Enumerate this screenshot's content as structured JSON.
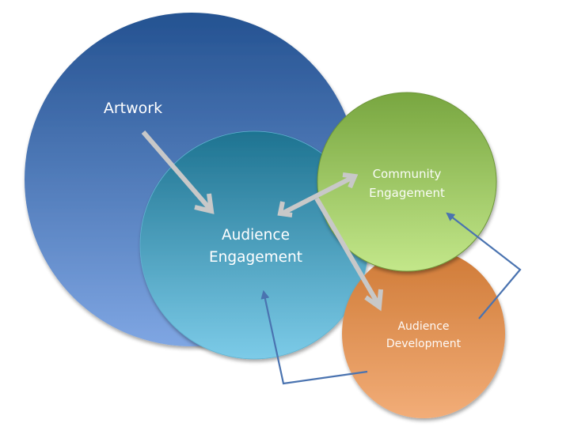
{
  "diagram": {
    "nodes": [
      {
        "id": "artwork",
        "label": "Artwork",
        "color_top": "#245291",
        "color_bottom": "#7fa6e3"
      },
      {
        "id": "audience-engagement",
        "label_lines": [
          "Audience",
          "Engagement"
        ],
        "color_top": "#1e7391",
        "color_bottom": "#7ccbe8"
      },
      {
        "id": "community-engagement",
        "label_lines": [
          "Community",
          "Engagement"
        ],
        "color_top": "#78a640",
        "color_bottom": "#c3e78a"
      },
      {
        "id": "audience-development",
        "label_lines": [
          "Audience",
          "Development"
        ],
        "color_top": "#cf7a36",
        "color_bottom": "#f2ad78"
      }
    ],
    "connections": [
      {
        "from": "artwork",
        "to": "audience-engagement",
        "style": "gray-arrow"
      },
      {
        "from": "audience-engagement",
        "to": "community-engagement",
        "style": "gray-double-arrow"
      },
      {
        "from": "audience-engagement",
        "to": "audience-development",
        "style": "gray-arrow"
      },
      {
        "from": "audience-development",
        "to": "audience-engagement",
        "style": "blue-elbow-arrow"
      },
      {
        "from": "audience-development",
        "to": "community-engagement",
        "style": "blue-elbow-arrow"
      }
    ],
    "colors": {
      "gray_arrow": "#c8c8c8",
      "blue_connector": "#4a73b0",
      "label": "#ffffff"
    }
  }
}
